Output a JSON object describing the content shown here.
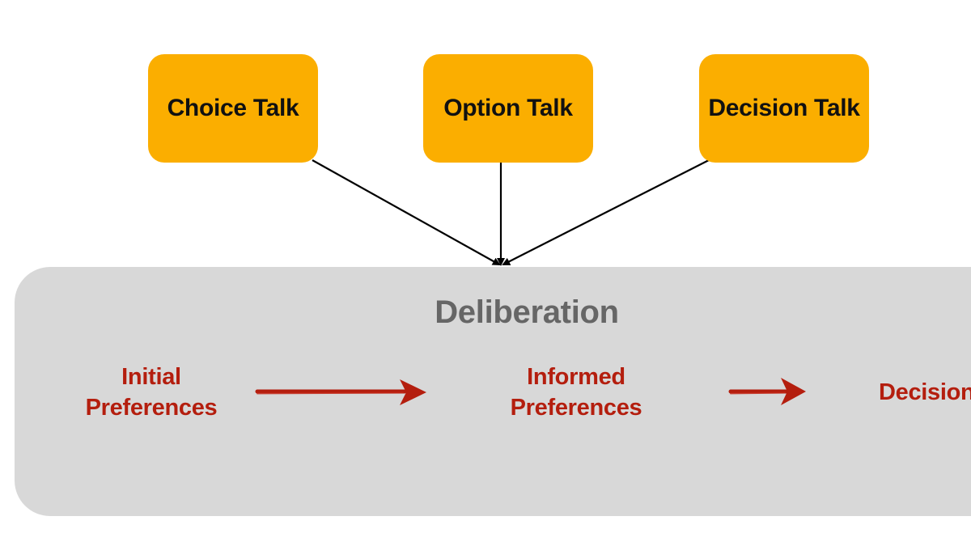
{
  "talk_boxes": [
    {
      "label": "Choice Talk"
    },
    {
      "label": "Option Talk"
    },
    {
      "label": "Decision Talk"
    }
  ],
  "deliberation": {
    "title": "Deliberation",
    "stages": [
      {
        "line1": "Initial",
        "line2": "Preferences"
      },
      {
        "line1": "Informed",
        "line2": "Preferences"
      },
      {
        "line1": "Decision",
        "line2": ""
      }
    ]
  },
  "colors": {
    "talk_box_fill": "#FBAE00",
    "panel_fill": "#D8D8D8",
    "title_text": "#666666",
    "stage_text": "#B41E0E",
    "stage_arrow": "#B41E0E",
    "connector": "#000000"
  }
}
